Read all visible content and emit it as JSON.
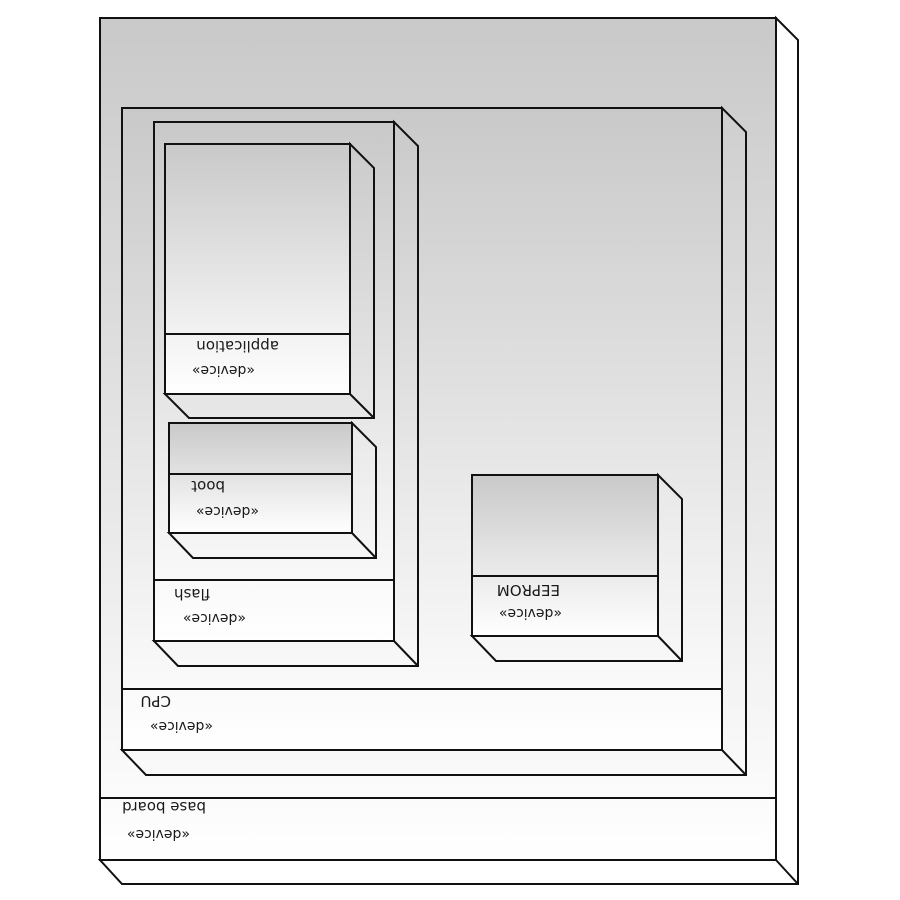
{
  "devices": [
    {
      "key": "base_board",
      "name": "base board",
      "stereotype": "«device»"
    },
    {
      "key": "cpu",
      "name": "CPU",
      "stereotype": "«device»"
    },
    {
      "key": "flash",
      "name": "flash",
      "stereotype": "«device»"
    },
    {
      "key": "application",
      "name": "application",
      "stereotype": "«device»"
    },
    {
      "key": "boot",
      "name": "boot",
      "stereotype": "«device»"
    },
    {
      "key": "eeprom",
      "name": "EEPROM",
      "stereotype": "«device»"
    }
  ]
}
